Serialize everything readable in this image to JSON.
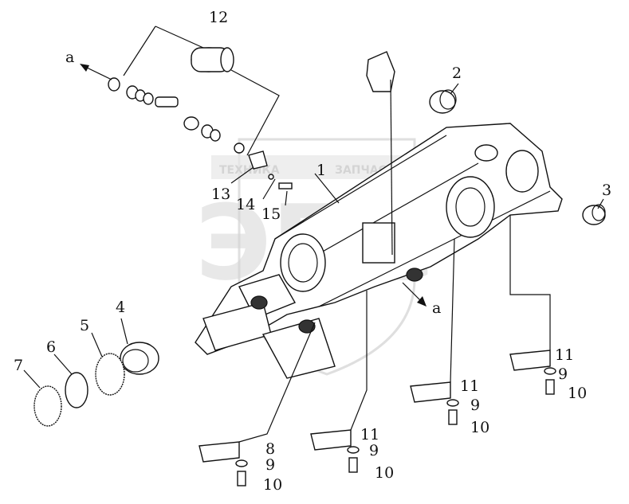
{
  "watermark": {
    "text": "ЭПС",
    "subtitle_left": "ТЕХНИКА",
    "subtitle_right": "ЗАПЧАСТИ",
    "color": "#d0d0d0"
  },
  "callouts": {
    "p1": "1",
    "p2": "2",
    "p3": "3",
    "p4": "4",
    "p5": "5",
    "p6": "6",
    "p7": "7",
    "p8": "8",
    "p9a": "9",
    "p9b": "9",
    "p9c": "9",
    "p9d": "9",
    "p10a": "10",
    "p10b": "10",
    "p10c": "10",
    "p10d": "10",
    "p11a": "11",
    "p11b": "11",
    "p11c": "11",
    "p12": "12",
    "p13": "13",
    "p14": "14",
    "p15": "15",
    "arrow_a_top": "a",
    "arrow_a_mid": "a"
  }
}
